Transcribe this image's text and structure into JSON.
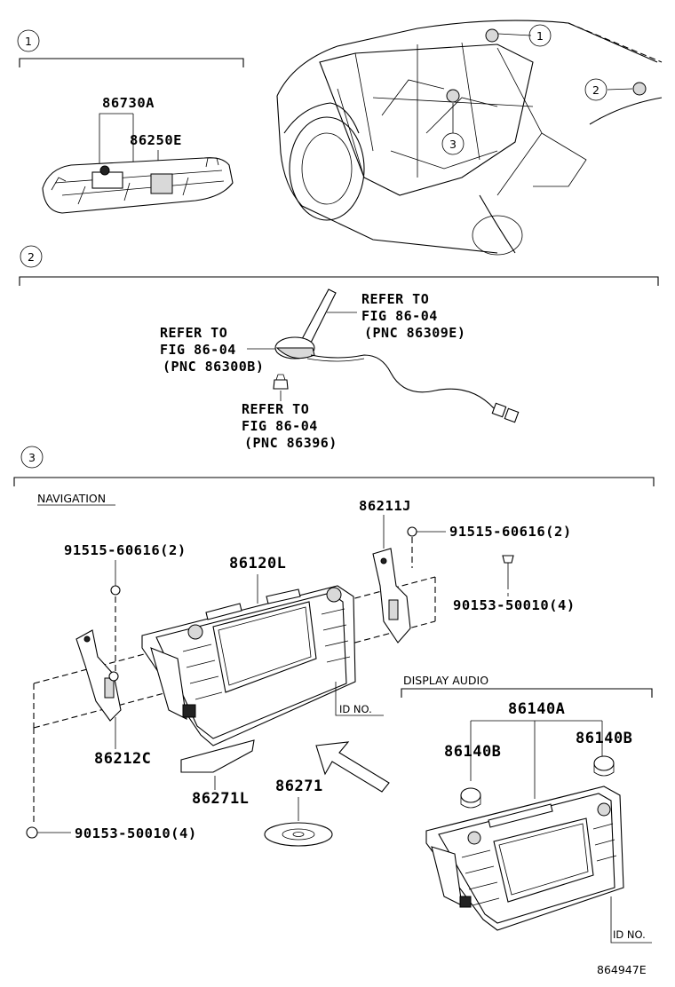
{
  "sections": {
    "s1": {
      "number": "1"
    },
    "s2": {
      "number": "2"
    },
    "s3": {
      "number": "3",
      "label": "NAVIGATION"
    }
  },
  "vehicle_callouts": {
    "c1": "1",
    "c2": "2",
    "c3": "3"
  },
  "section1": {
    "part_a": "86730A",
    "part_b": "86250E"
  },
  "section2": {
    "ref1_line1": "REFER TO",
    "ref1_line2": "FIG 86-04",
    "ref1_line3": "(PNC 86309E)",
    "ref2_line1": "REFER TO",
    "ref2_line2": "FIG 86-04",
    "ref2_line3": "(PNC 86300B)",
    "ref3_line1": "REFER TO",
    "ref3_line2": "FIG 86-04",
    "ref3_line3": "(PNC 86396)"
  },
  "section3": {
    "part_86211J": "86211J",
    "screw_right": "91515-60616(2)",
    "screw_left": "91515-60616(2)",
    "part_86120L": "86120L",
    "bolt_right": "90153-50010(4)",
    "part_86212C": "86212C",
    "bolt_left": "90153-50010(4)",
    "part_86271L": "86271L",
    "part_86271": "86271",
    "id_no_nav": "ID NO.",
    "display_audio_label": "DISPLAY AUDIO",
    "part_86140A": "86140A",
    "part_86140B_left": "86140B",
    "part_86140B_right": "86140B",
    "id_no_da": "ID NO."
  },
  "figure_id": "864947E"
}
